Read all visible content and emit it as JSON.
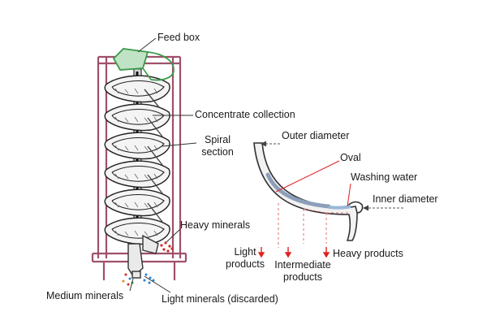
{
  "colors": {
    "frame": "#a0506a",
    "spiral_line": "#222222",
    "feed_box": "#3c9a4a",
    "leader_red": "#e02020",
    "dashed": "#555555",
    "arrow_red": "#e02020",
    "particles_blue": "#2b7fd0",
    "particles_red": "#d02a2a"
  },
  "labels": {
    "feed_box": "Feed box",
    "concentrate_collection": "Concentrate collection",
    "spiral_section": "Spiral section",
    "heavy_minerals": "Heavy minerals",
    "medium_minerals": "Medium minerals",
    "light_minerals": "Light minerals (discarded)",
    "outer_diameter": "Outer diameter",
    "oval": "Oval",
    "washing_water": "Washing water",
    "inner_diameter": "Inner diameter",
    "light_products": "Light products",
    "intermediate_products": "Intermediate products",
    "heavy_products": "Heavy products"
  }
}
